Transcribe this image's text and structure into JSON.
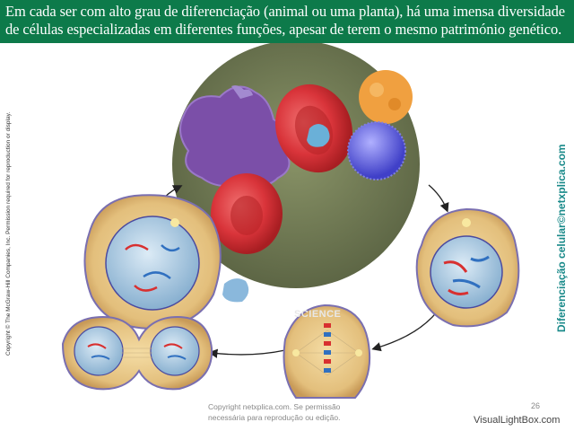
{
  "header": {
    "text": "Em cada ser com alto grau de diferenciação (animal ou uma planta), há uma imensa  diversidade de células especializadas em diferentes funções, apesar de terem o mesmo património genético."
  },
  "side_left_text": "Copyright © The McGraw-Hill Companies, Inc. Permission required for reproduction or display.",
  "side_right_text": "Diferenciação celular©netxplica.com",
  "sciencephoto_label": "SCIENCE",
  "footer": {
    "line1": "Copyright netxplica.com. Se permissão",
    "line2": "necessária para reprodução ou edição.",
    "page": "26"
  },
  "brand": "VisualLightBox.com",
  "colors": {
    "header_bg": "#0d7a4a",
    "center_circle": "#707a55",
    "red_cell": "#d9343a",
    "purple_cell": "#7b4fa8",
    "orange_cell": "#f0a040",
    "blue_cell": "#5a5ad8",
    "cell_cytoplasm": "#e8c98a",
    "nucleus": "#a8c8e0"
  }
}
